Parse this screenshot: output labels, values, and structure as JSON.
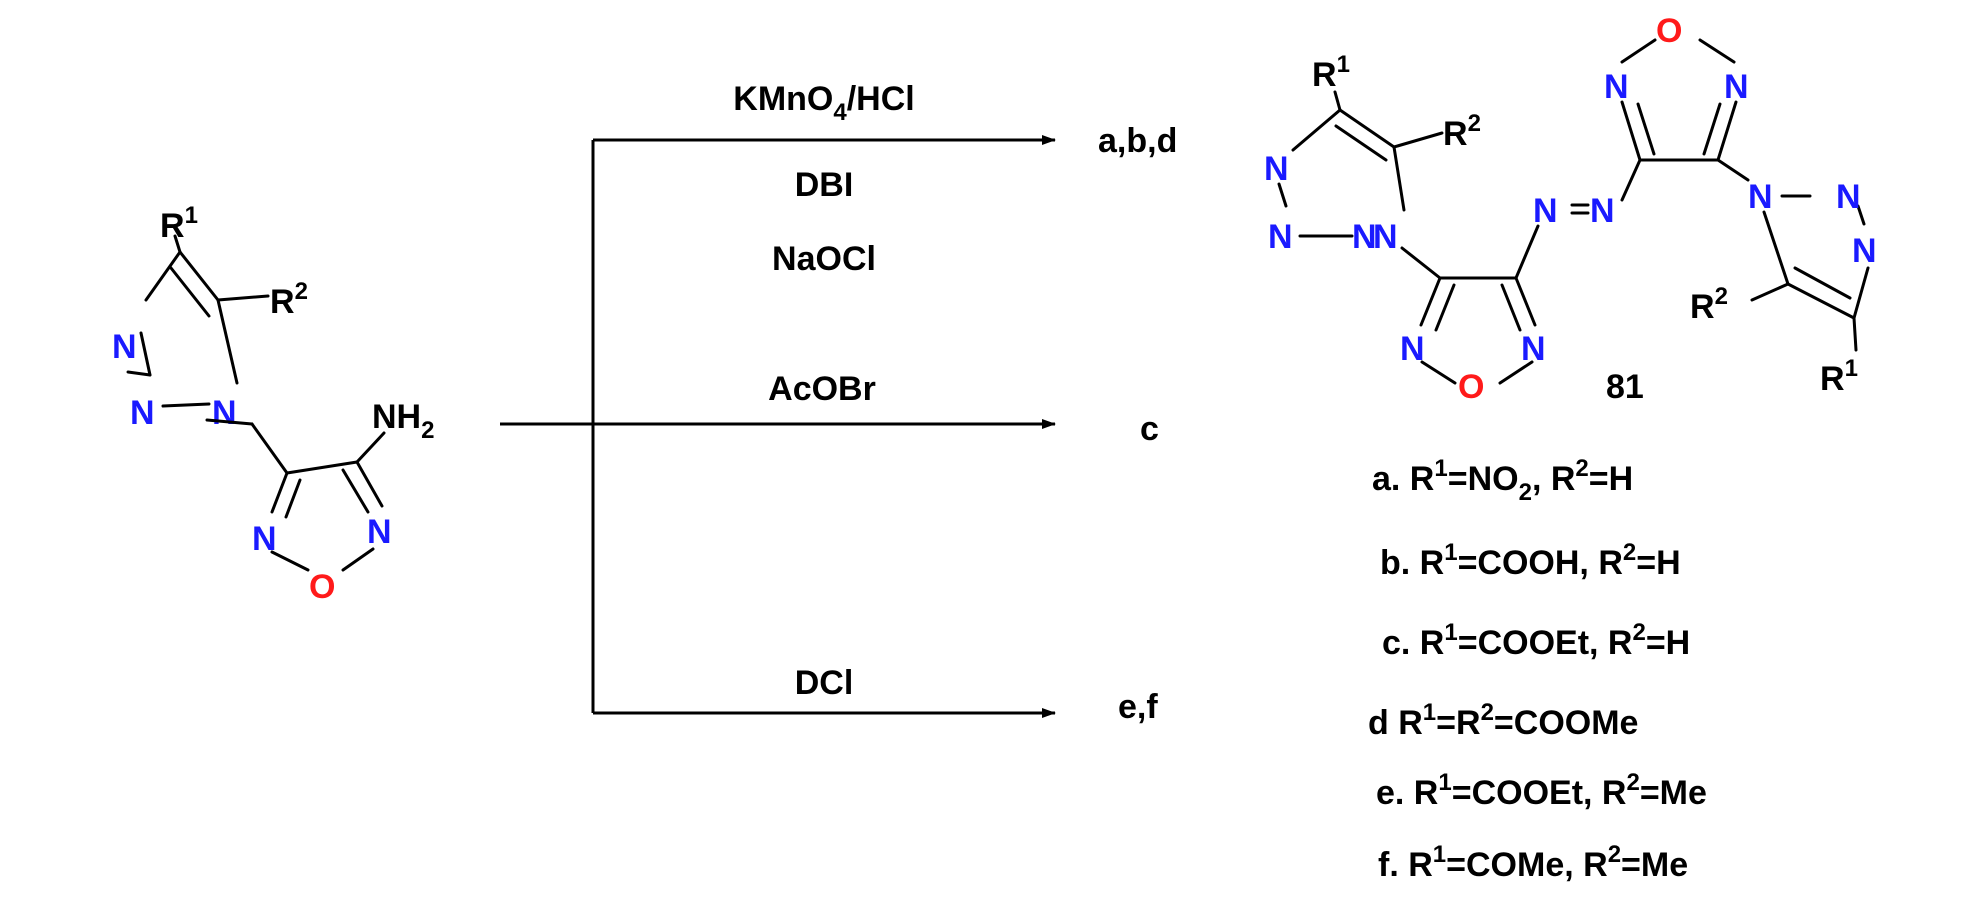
{
  "atoms": {
    "N": "N",
    "O": "O",
    "NH": "NH",
    "H2": "2",
    "R": "R",
    "sup1": "1",
    "sup2": "2"
  },
  "colors": {
    "nitrogen": "#1a1aff",
    "oxygen": "#ff1a1a",
    "carbon": "#000000"
  },
  "reagents": {
    "r1": "KMnO",
    "r1_sub": "4",
    "r1_tail": "/HCl",
    "r2": "DBI",
    "r3": "NaOCl",
    "r4": "AcOBr",
    "r5": "DCl"
  },
  "products": {
    "top": "a,b,d",
    "middle": "c",
    "bottom": "e,f"
  },
  "compound_number": "81",
  "legend": {
    "a": {
      "pre": "a. R",
      "mid": "=NO",
      "sub": "2",
      "post": ", R",
      "end": "=H"
    },
    "b": {
      "pre": "b. R",
      "mid": "=COOH, R",
      "end": "=H"
    },
    "c": {
      "pre": "c. R",
      "mid": "=COOEt, R",
      "end": "=H"
    },
    "d": {
      "pre": "d R",
      "mid": "=R",
      "end": "=COOMe"
    },
    "e": {
      "pre": "e. R",
      "mid": "=COOEt, R",
      "end": "=Me"
    },
    "f": {
      "pre": "f. R",
      "mid": "=COMe, R",
      "end": "=Me"
    }
  }
}
